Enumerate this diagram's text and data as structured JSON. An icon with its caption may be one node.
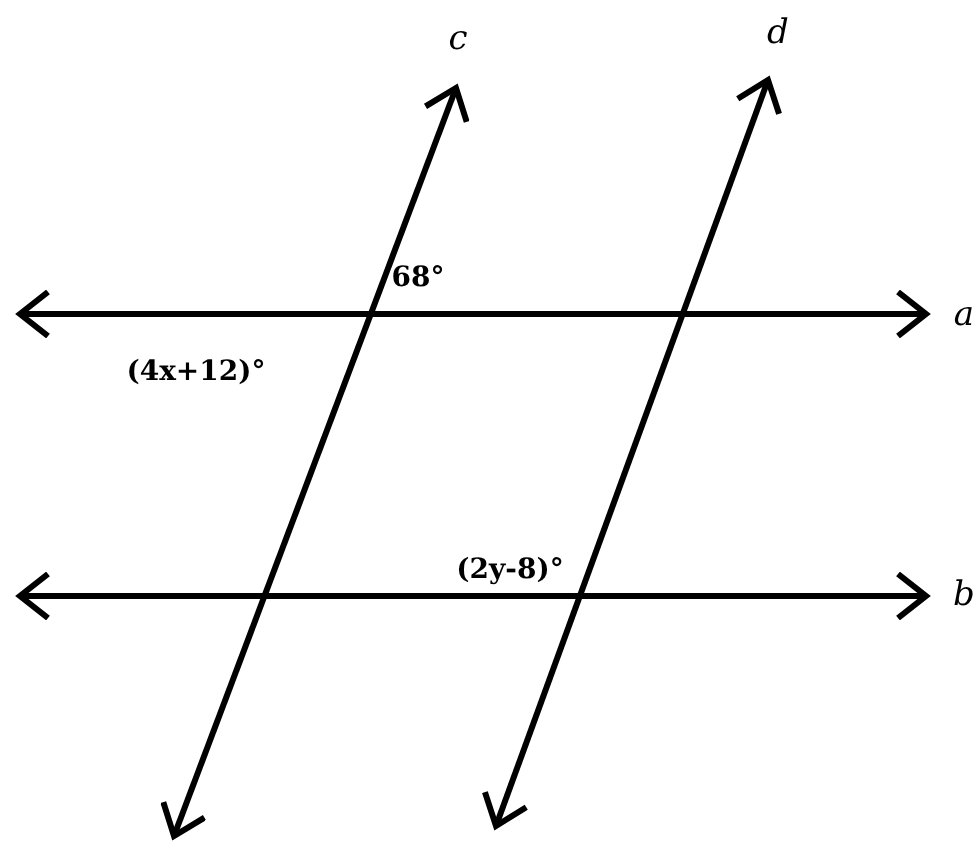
{
  "diagram": {
    "labels": [
      "c",
      "d",
      "68°",
      "a",
      "(4x+12)°",
      "(2y-8)°",
      "b"
    ]
  }
}
